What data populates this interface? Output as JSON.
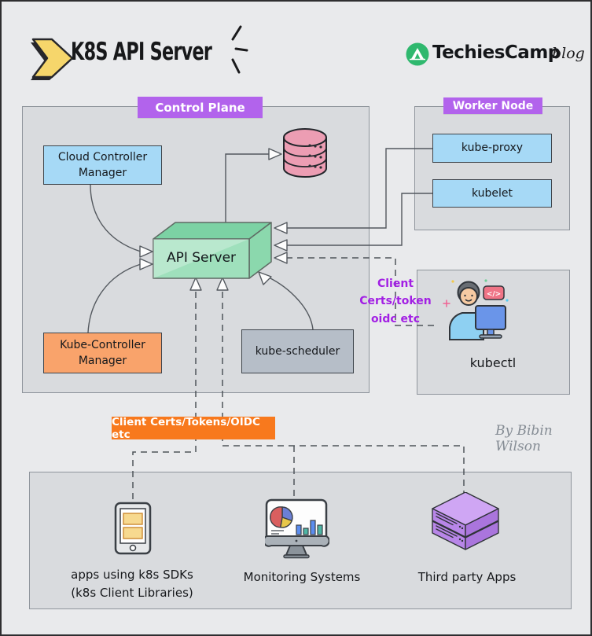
{
  "header": {
    "title": "K8S API Server",
    "brand": "TechiesCamp",
    "brand_tag": "blog"
  },
  "author_credit": "By Bibin Wilson",
  "groups": {
    "control_plane_label": "Control Plane",
    "worker_node_label": "Worker Node"
  },
  "nodes": {
    "cloud_controller_manager": "Cloud Controller Manager",
    "kube_controller_manager": "Kube-Controller Manager",
    "kube_scheduler": "kube-scheduler",
    "api_server": "API Server",
    "kube_proxy": "kube-proxy",
    "kubelet": "kubelet",
    "kubectl": "kubectl"
  },
  "annotations": {
    "kubectl_auth_line1": "Client Certs/token",
    "kubectl_auth_line2": "oidc etc",
    "clients_auth_banner": "Client Certs/Tokens/OIDC etc"
  },
  "external_clients": {
    "sdk_apps_line1": "apps using k8s SDKs",
    "sdk_apps_line2": "(k8s Client Libraries)",
    "monitoring": "Monitoring Systems",
    "third_party": "Third party Apps"
  },
  "icons": {
    "logo": "double-chevron-icon",
    "brand_logo": "camp-tent-icon",
    "database": "etcd-database-icon",
    "kubectl_user": "developer-at-computer-icon",
    "sdk_apps": "mobile-app-icon",
    "monitoring": "monitoring-dashboard-icon",
    "third_party": "server-stack-icon"
  },
  "colors": {
    "accent_purple": "#b263ec",
    "accent_orange": "#f8791d",
    "annotation_purple": "#a21fe4",
    "api_server_green": "#8bd8ad",
    "etcd_pink": "#ec9db3",
    "node_blue": "#a6d9f6",
    "node_orange": "#f9a36b",
    "node_gray": "#b6bec8",
    "third_party_purple": "#b886e8"
  }
}
